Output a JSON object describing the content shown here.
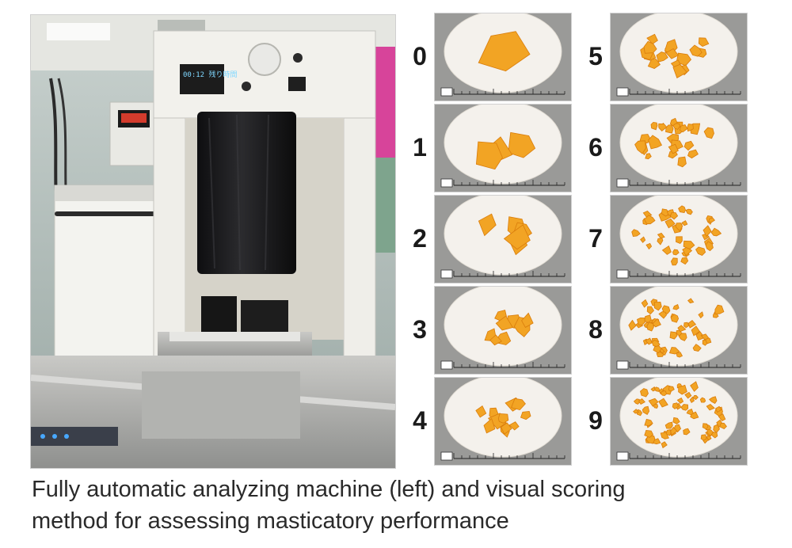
{
  "figure": {
    "machine_display_text": "00:12 残り時間",
    "scores": [
      "0",
      "1",
      "2",
      "3",
      "4",
      "5",
      "6",
      "7",
      "8",
      "9"
    ],
    "caption_line1": "Fully automatic analyzing machine (left) and visual scoring",
    "caption_line2": "method for assessing masticatory performance"
  },
  "colors": {
    "gummy": "#f2a424",
    "gummy_dark": "#d97d0c",
    "filter_paper": "#f4f1ec",
    "machine_body": "#f0efe9",
    "chamber_drum": "#1c1c1e"
  }
}
